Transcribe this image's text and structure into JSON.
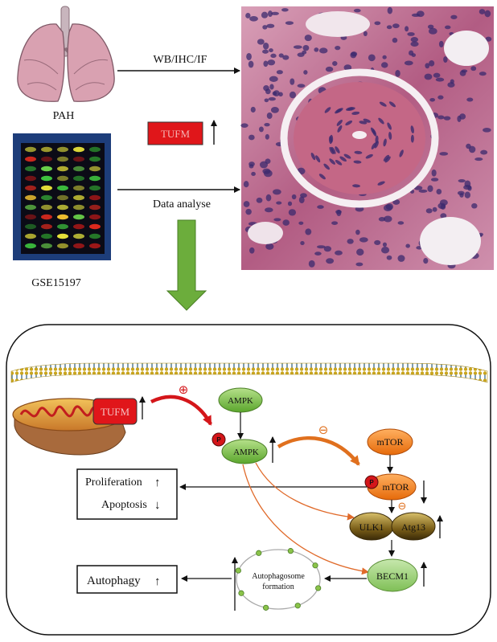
{
  "top": {
    "lung_label": "PAH",
    "array_label": "GSE15197",
    "method_label": "WB/IHC/IF",
    "analysis_label": "Data analyse",
    "tufm_label": "TUFM",
    "up_arrow": "↑"
  },
  "pathway": {
    "tufm_label": "TUFM",
    "plus_sign": "⊕",
    "minus_sign": "⊖",
    "ampk_label": "AMPK",
    "p_ampk_label": "AMPK",
    "phospho_label": "P",
    "mtor_label": "mTOR",
    "p_mtor_label": "mTOR",
    "ulk1_label": "ULK1",
    "atg13_label": "Atg13",
    "becm1_label": "BECM1",
    "proliferation_label": "Proliferation",
    "apoptosis_label": "Apoptosis",
    "autophagy_label": "Autophagy",
    "autophagosome_line1": "Autophagosome",
    "autophagosome_line2": "formation",
    "up_arrow": "↑",
    "down_arrow": "↓"
  },
  "colors": {
    "tufm_red": "#e0161a",
    "ampk_green": "#7cc44a",
    "mtor_orange": "#f07e1a",
    "becm1_green": "#9ccf7a",
    "histology_pink": "#c7728f",
    "arrow_green": "#6cad3c"
  }
}
